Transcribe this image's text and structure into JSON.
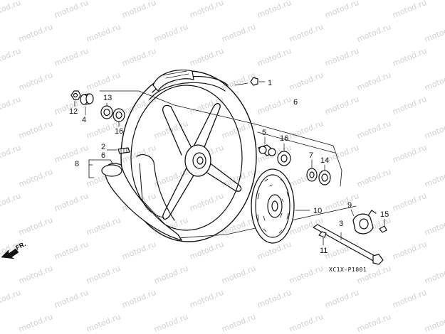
{
  "watermark": "motod.ru",
  "direction_label": "FR.",
  "diagram_code": "XC1X-P1001",
  "callouts": {
    "c1": "1",
    "c2": "2",
    "c3": "3",
    "c4": "4",
    "c5": "5",
    "c6a": "6",
    "c6b": "6",
    "c7": "7",
    "c8": "8",
    "c9": "9",
    "c10": "10",
    "c11": "11",
    "c12": "12",
    "c13": "13",
    "c14": "14",
    "c15": "15",
    "c16a": "16",
    "c16b": "16"
  }
}
